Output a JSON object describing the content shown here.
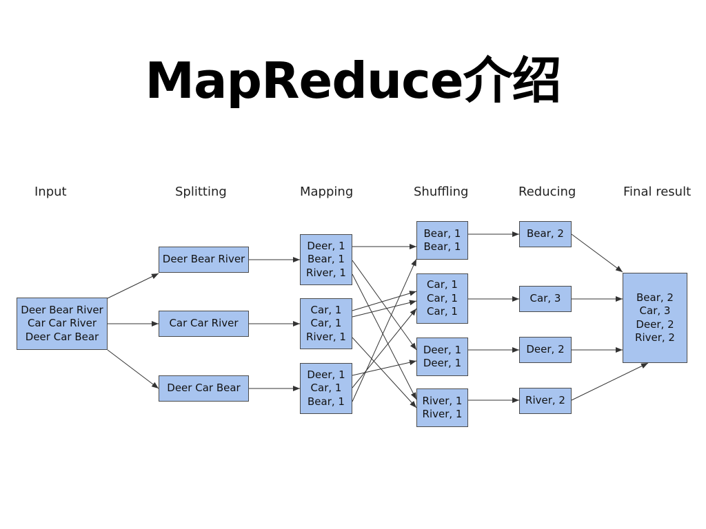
{
  "title": "MapReduce介绍",
  "stages": {
    "input": "Input",
    "splitting": "Splitting",
    "mapping": "Mapping",
    "shuffling": "Shuffling",
    "reducing": "Reducing",
    "final": "Final result"
  },
  "input_box": [
    "Deer Bear River",
    "Car Car River",
    "Deer Car Bear"
  ],
  "splits": [
    "Deer Bear River",
    "Car Car River",
    "Deer Car Bear"
  ],
  "maps": [
    [
      "Deer, 1",
      "Bear, 1",
      "River, 1"
    ],
    [
      "Car, 1",
      "Car, 1",
      "River, 1"
    ],
    [
      "Deer, 1",
      "Car, 1",
      "Bear, 1"
    ]
  ],
  "shuffles": [
    [
      "Bear, 1",
      "Bear, 1"
    ],
    [
      "Car, 1",
      "Car, 1",
      "Car, 1"
    ],
    [
      "Deer, 1",
      "Deer, 1"
    ],
    [
      "River, 1",
      "River, 1"
    ]
  ],
  "reduces": [
    "Bear, 2",
    "Car, 3",
    "Deer, 2",
    "River, 2"
  ],
  "final_box": [
    "Bear, 2",
    "Car, 3",
    "Deer, 2",
    "River, 2"
  ],
  "colors": {
    "box_fill": "#a8c4ef",
    "box_border": "#4a4a4a",
    "arrow": "#333333"
  }
}
